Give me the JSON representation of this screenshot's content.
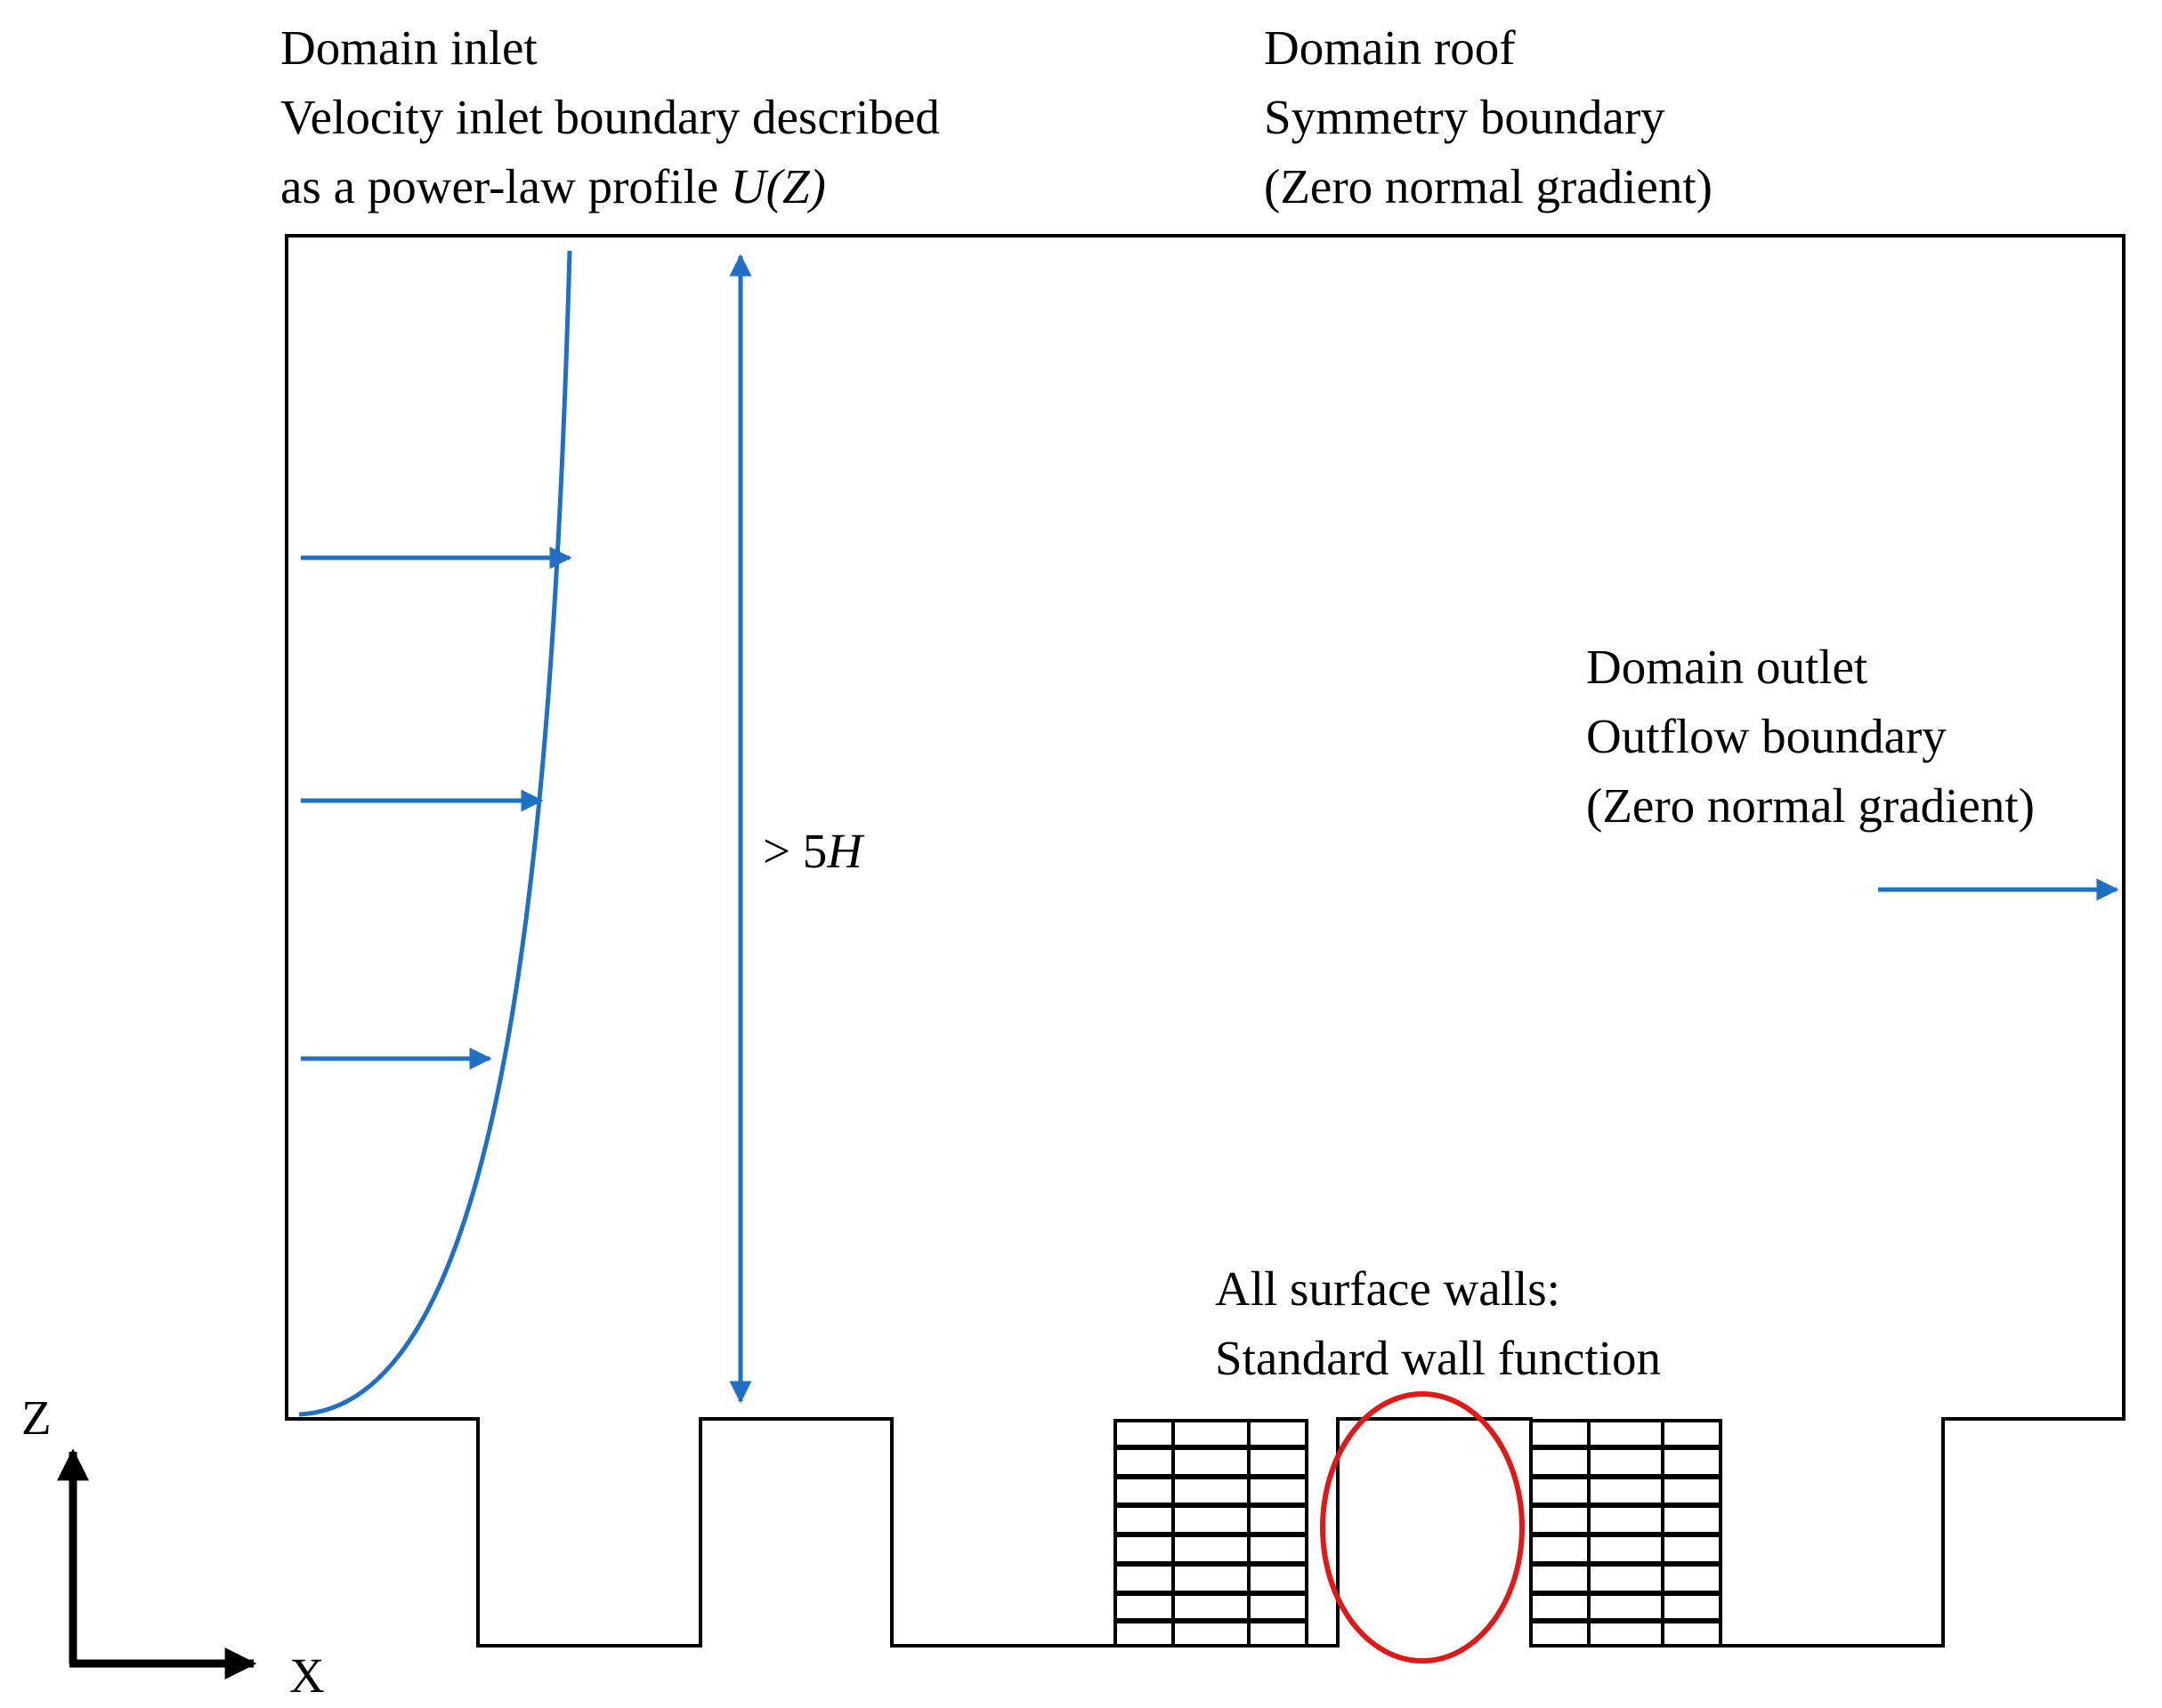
{
  "inlet": {
    "line1": "Domain inlet",
    "line2": "Velocity inlet boundary described",
    "line3_plain": "as a power-law profile ",
    "line3_italic": "U(Z)"
  },
  "roof": {
    "line1": "Domain roof",
    "line2": "Symmetry boundary",
    "line3": "(Zero normal gradient)"
  },
  "outlet": {
    "line1": "Domain outlet",
    "line2": "Outflow boundary",
    "line3": "(Zero normal gradient)"
  },
  "walls": {
    "line1": "All surface walls:",
    "line2": "Standard wall function"
  },
  "height": {
    "prefix": "> 5",
    "symbol": "H"
  },
  "axes": {
    "z": "Z",
    "x": "X"
  },
  "colors": {
    "flow": "#1f6fc4",
    "outline": "#000000",
    "highlight": "#e01818"
  }
}
